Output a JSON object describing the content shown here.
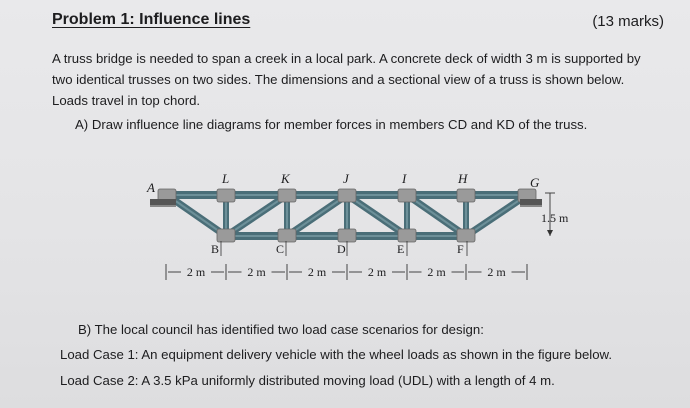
{
  "problem": {
    "title": "Problem 1: Influence lines",
    "marks": "(13 marks)"
  },
  "intro": {
    "line1": "A truss bridge is needed to span a creek in a local park. A concrete deck of width 3 m is supported by",
    "line2": "two identical trusses on two sides. The dimensions and a sectional view of a truss is shown below.",
    "line3": "Loads travel in top chord."
  },
  "part_a": "A)  Draw influence line diagrams for member forces in members CD and KD of the truss.",
  "figure": {
    "top_nodes": [
      "A",
      "L",
      "K",
      "J",
      "I",
      "H",
      "G"
    ],
    "bottom_nodes": [
      "B",
      "C",
      "D",
      "E",
      "F"
    ],
    "height_label": "1.5 m",
    "span_labels": [
      "2 m",
      "2 m",
      "2 m",
      "2 m",
      "2 m",
      "2 m"
    ]
  },
  "part_b": "B)  The local council has identified two load case scenarios for design:",
  "load_case_1": "Load Case 1: An equipment delivery vehicle with the wheel loads as shown in the figure below.",
  "load_case_2": "Load Case 2: A 3.5 kPa uniformly distributed moving load (UDL) with a length of 4 m.",
  "colors": {
    "steel": "#4a6e78",
    "steel_light": "#6d9099",
    "gusset": "#9a9a9a",
    "text": "#1d1d1f"
  }
}
